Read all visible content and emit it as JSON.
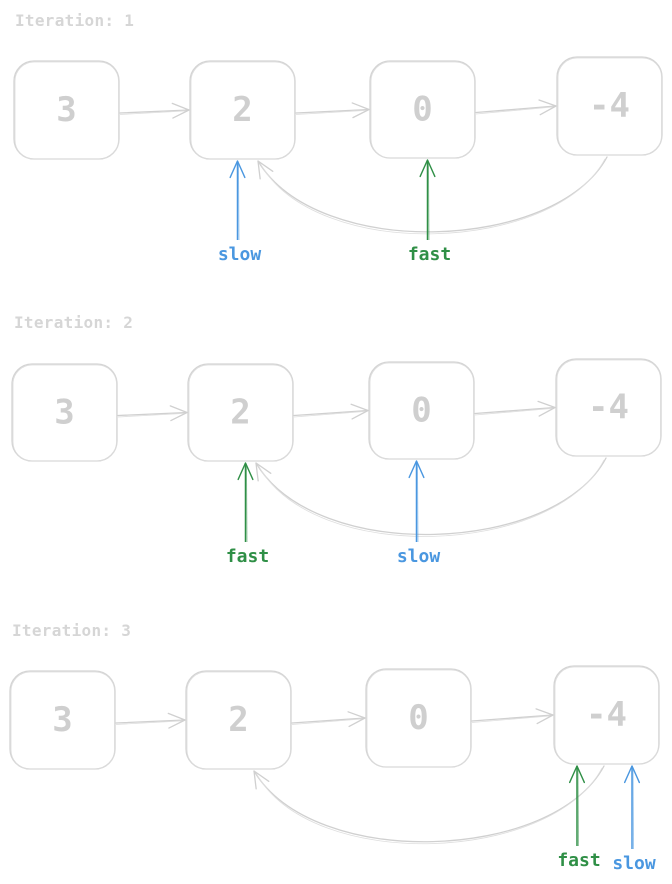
{
  "diagram": {
    "title": "Floyd's cycle detection (slow/fast pointers) on linked list",
    "colors": {
      "slow": "#4a97e0",
      "fast": "#2f8f46",
      "node_stroke": "#d4d4d4",
      "node_text": "#cfcfcf",
      "title_text": "#d6d6d6"
    },
    "nodes": [
      "3",
      "2",
      "0",
      "-4"
    ],
    "cycle": {
      "from": "-4",
      "to": "2"
    },
    "iterations": [
      {
        "label": "Iteration: 1",
        "slow_at": "2",
        "fast_at": "0",
        "slow_label": "slow",
        "fast_label": "fast"
      },
      {
        "label": "Iteration: 2",
        "slow_at": "0",
        "fast_at": "2",
        "slow_label": "slow",
        "fast_label": "fast"
      },
      {
        "label": "Iteration: 3",
        "slow_at": "-4",
        "fast_at": "-4",
        "slow_label": "slow",
        "fast_label": "fast"
      }
    ]
  }
}
